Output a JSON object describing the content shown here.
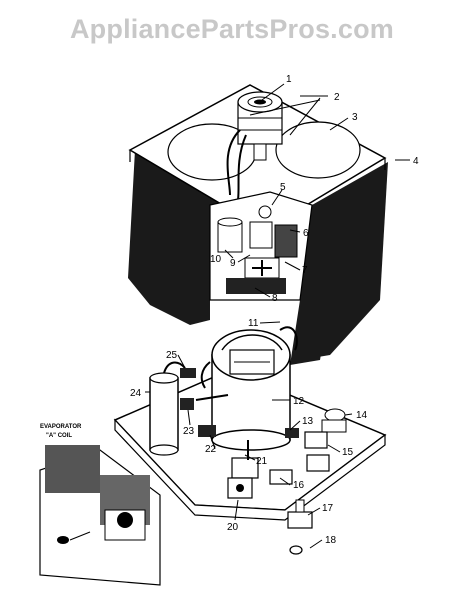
{
  "watermark": "AppliancePartsPros.com",
  "inset_label_line1": "EVAPORATOR",
  "inset_label_line2": "\"A\" COIL",
  "callouts": [
    "1",
    "2",
    "3",
    "4",
    "5",
    "6",
    "7",
    "8",
    "9",
    "10",
    "11",
    "12",
    "13",
    "14",
    "15",
    "16",
    "17",
    "18",
    "20",
    "21",
    "22",
    "23",
    "24",
    "25"
  ]
}
